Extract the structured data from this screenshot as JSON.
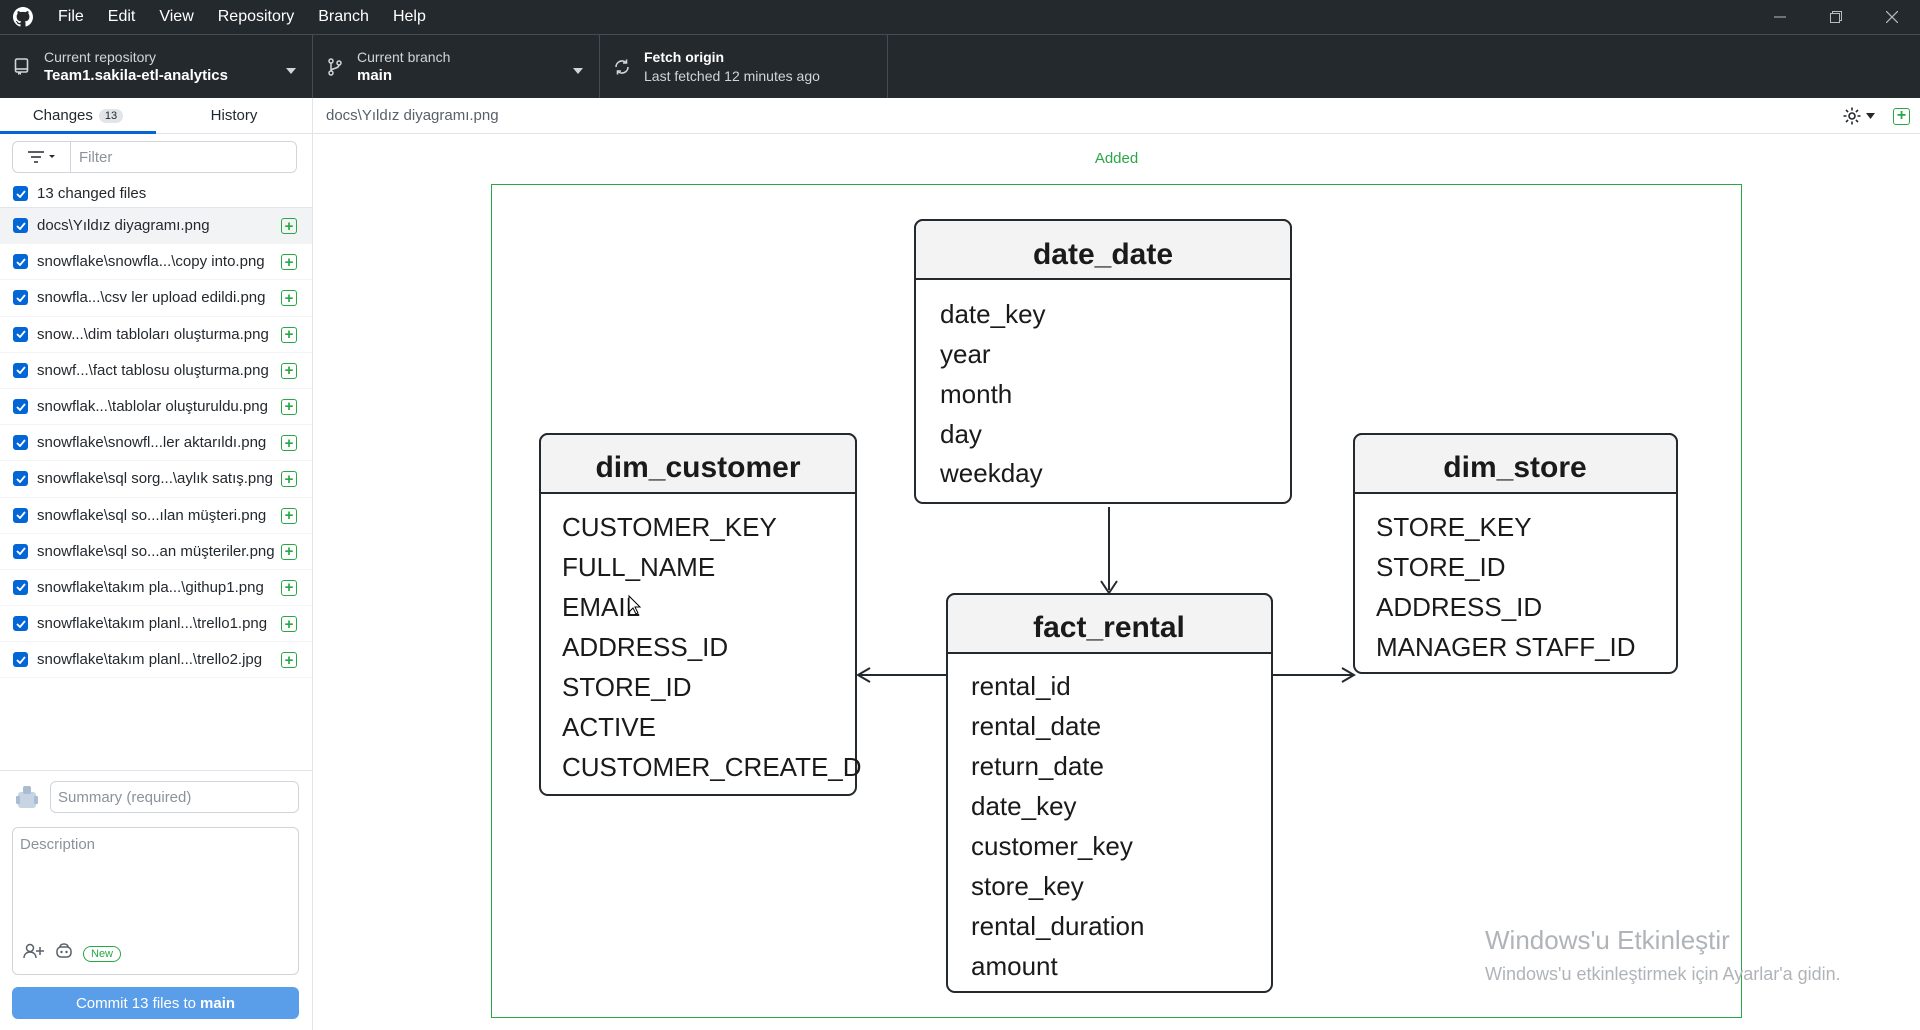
{
  "menu": [
    "File",
    "Edit",
    "View",
    "Repository",
    "Branch",
    "Help"
  ],
  "toolbar": {
    "repo_label": "Current repository",
    "repo_value": "Team1.sakila-etl-analytics",
    "branch_label": "Current branch",
    "branch_value": "main",
    "fetch_label": "Fetch origin",
    "fetch_sub": "Last fetched 12 minutes ago"
  },
  "tabs": {
    "changes": "Changes",
    "changes_count": "13",
    "history": "History"
  },
  "filter": {
    "placeholder": "Filter"
  },
  "changed_files_label": "13 changed files",
  "files": [
    "docs\\Yıldız diyagramı.png",
    "snowflake\\snowfla...\\copy into.png",
    "snowfla...\\csv ler upload edildi.png",
    "snow...\\dim tabloları oluşturma.png",
    "snowf...\\fact tablosu oluşturma.png",
    "snowflak...\\tablolar oluşturuldu.png",
    "snowflake\\snowfl...ler aktarıldı.png",
    "snowflake\\sql sorg...\\aylık satış.png",
    "snowflake\\sql so...ılan müşteri.png",
    "snowflake\\sql so...an müşteriler.png",
    "snowflake\\takım pla...\\githup1.png",
    "snowflake\\takım planl...\\trello1.png",
    "snowflake\\takım planl...\\trello2.jpg"
  ],
  "commit": {
    "summary_placeholder": "Summary (required)",
    "description_placeholder": "Description",
    "new_badge": "New",
    "button_prefix": "Commit 13 files to",
    "button_branch": "main"
  },
  "main": {
    "path": "docs\\Yıldız diyagramı.png",
    "status": "Added"
  },
  "diagram": {
    "date_date": {
      "title": "date_date",
      "fields": [
        "date_key",
        "year",
        "month",
        "day",
        "weekday"
      ]
    },
    "dim_customer": {
      "title": "dim_customer",
      "fields": [
        "CUSTOMER_KEY",
        "FULL_NAME",
        "EMAIL",
        "ADDRESS_ID",
        "STORE_ID",
        "ACTIVE",
        "CUSTOMER_CREATE_D"
      ]
    },
    "dim_store": {
      "title": "dim_store",
      "fields": [
        "STORE_KEY",
        "STORE_ID",
        "ADDRESS_ID",
        "MANAGER STAFF_ID"
      ]
    },
    "fact_rental": {
      "title": "fact_rental",
      "fields": [
        "rental_id",
        "rental_date",
        "return_date",
        "date_key",
        "customer_key",
        "store_key",
        "rental_duration",
        "amount"
      ]
    }
  },
  "watermark": {
    "title": "Windows'u Etkinleştir",
    "sub": "Windows'u etkinleştirmek için Ayarlar'a gidin."
  },
  "colors": {
    "added": "#28a745",
    "accent": "#0366d6",
    "titlebar": "#24292e"
  }
}
